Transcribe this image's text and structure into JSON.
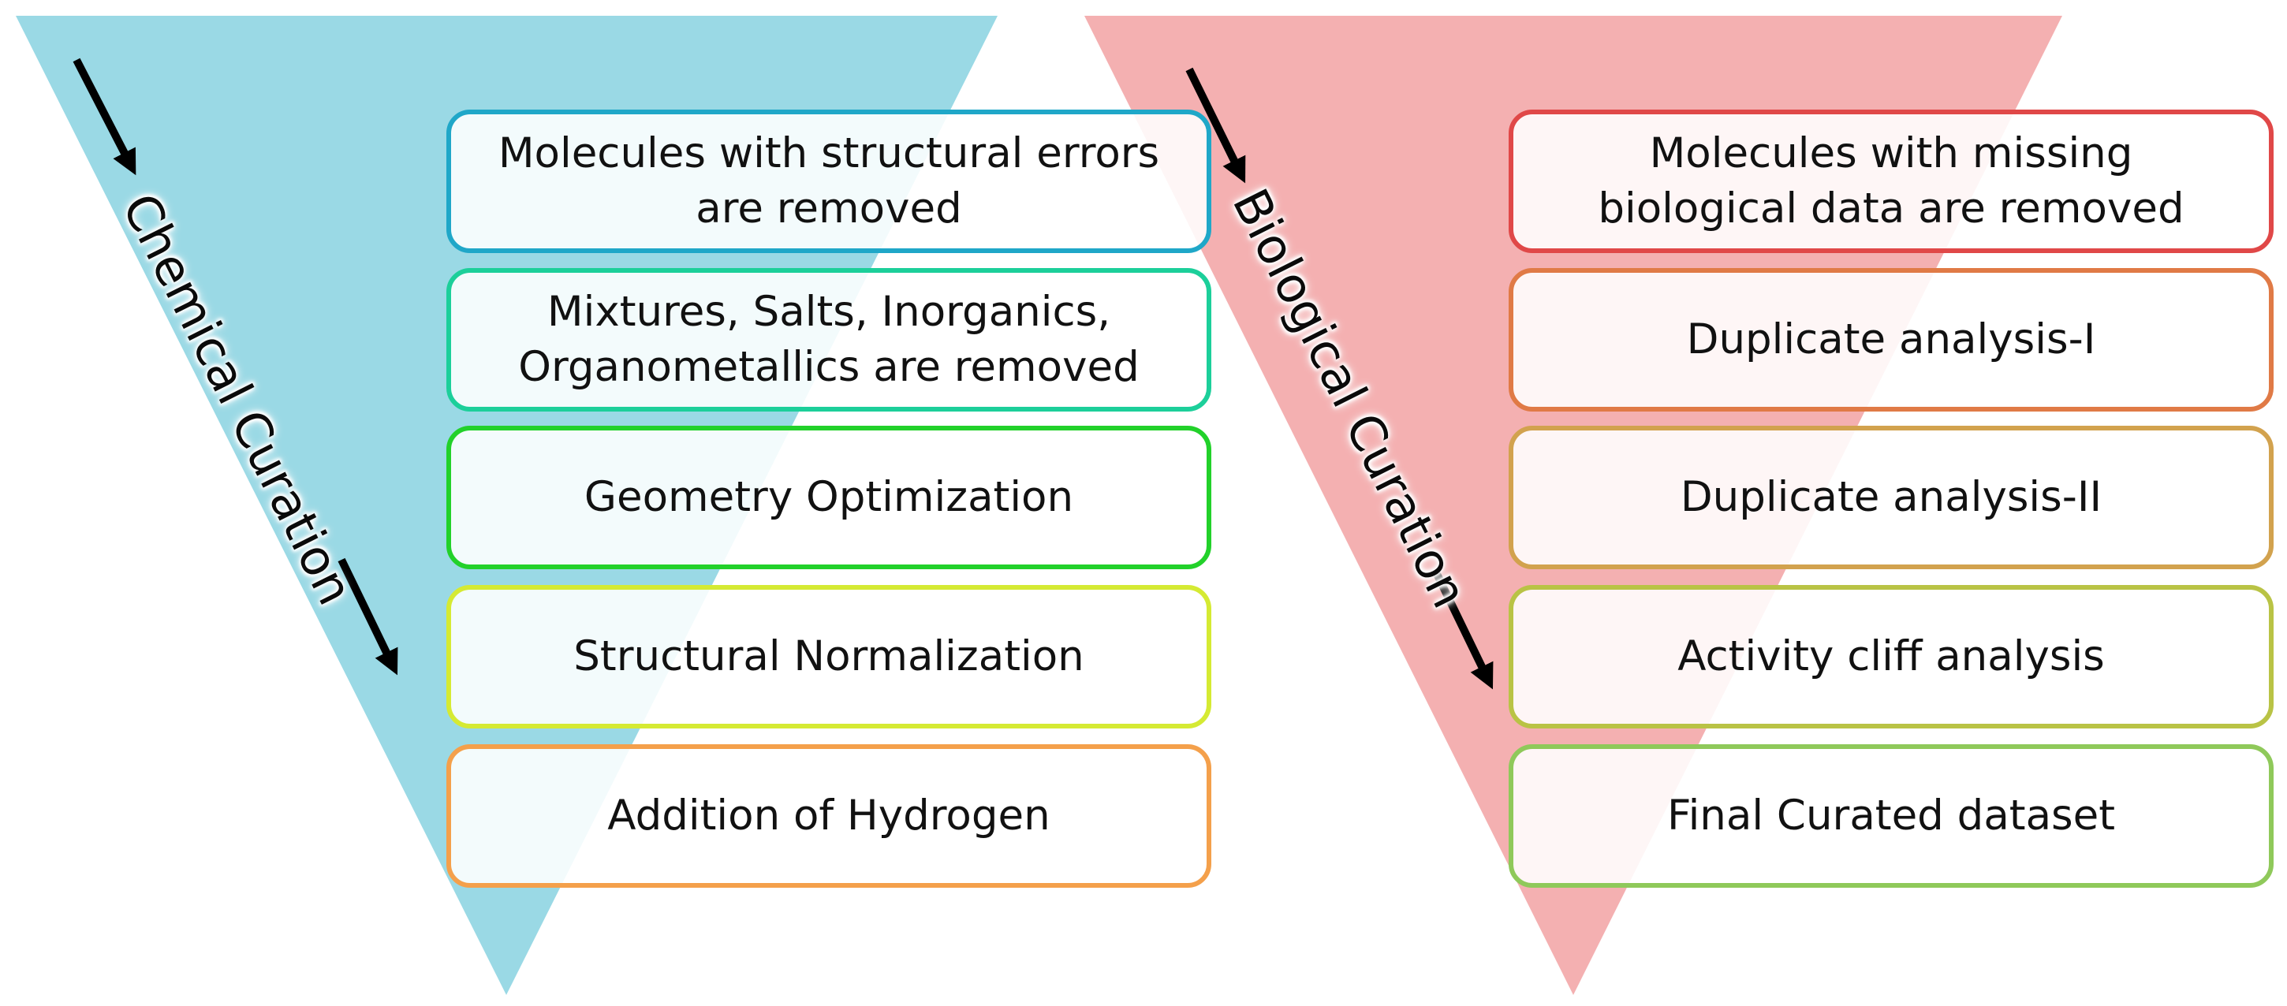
{
  "colors": {
    "chemical_triangle": "#9ad9e5",
    "biological_triangle": "#f4b0b1",
    "arrow": "#000000"
  },
  "chemical": {
    "label": "Chemical Curation",
    "steps": [
      {
        "text": "Molecules with structural errors\nare removed",
        "border": "#1fa7c8"
      },
      {
        "text": "Mixtures, Salts, Inorganics,\nOrganometallics are removed",
        "border": "#1ccf9a"
      },
      {
        "text": "Geometry Optimization",
        "border": "#22d12a"
      },
      {
        "text": "Structural Normalization",
        "border": "#d5ea33"
      },
      {
        "text": "Addition of Hydrogen",
        "border": "#f4a04b"
      }
    ]
  },
  "biological": {
    "label": "Biological Curation",
    "steps": [
      {
        "text": "Molecules with missing\nbiological data are removed",
        "border": "#e04848"
      },
      {
        "text": "Duplicate analysis-I",
        "border": "#e07a46"
      },
      {
        "text": "Duplicate analysis-II",
        "border": "#d2a24e"
      },
      {
        "text": "Activity cliff analysis",
        "border": "#b9c345"
      },
      {
        "text": "Final Curated dataset",
        "border": "#8fc95a"
      }
    ]
  }
}
